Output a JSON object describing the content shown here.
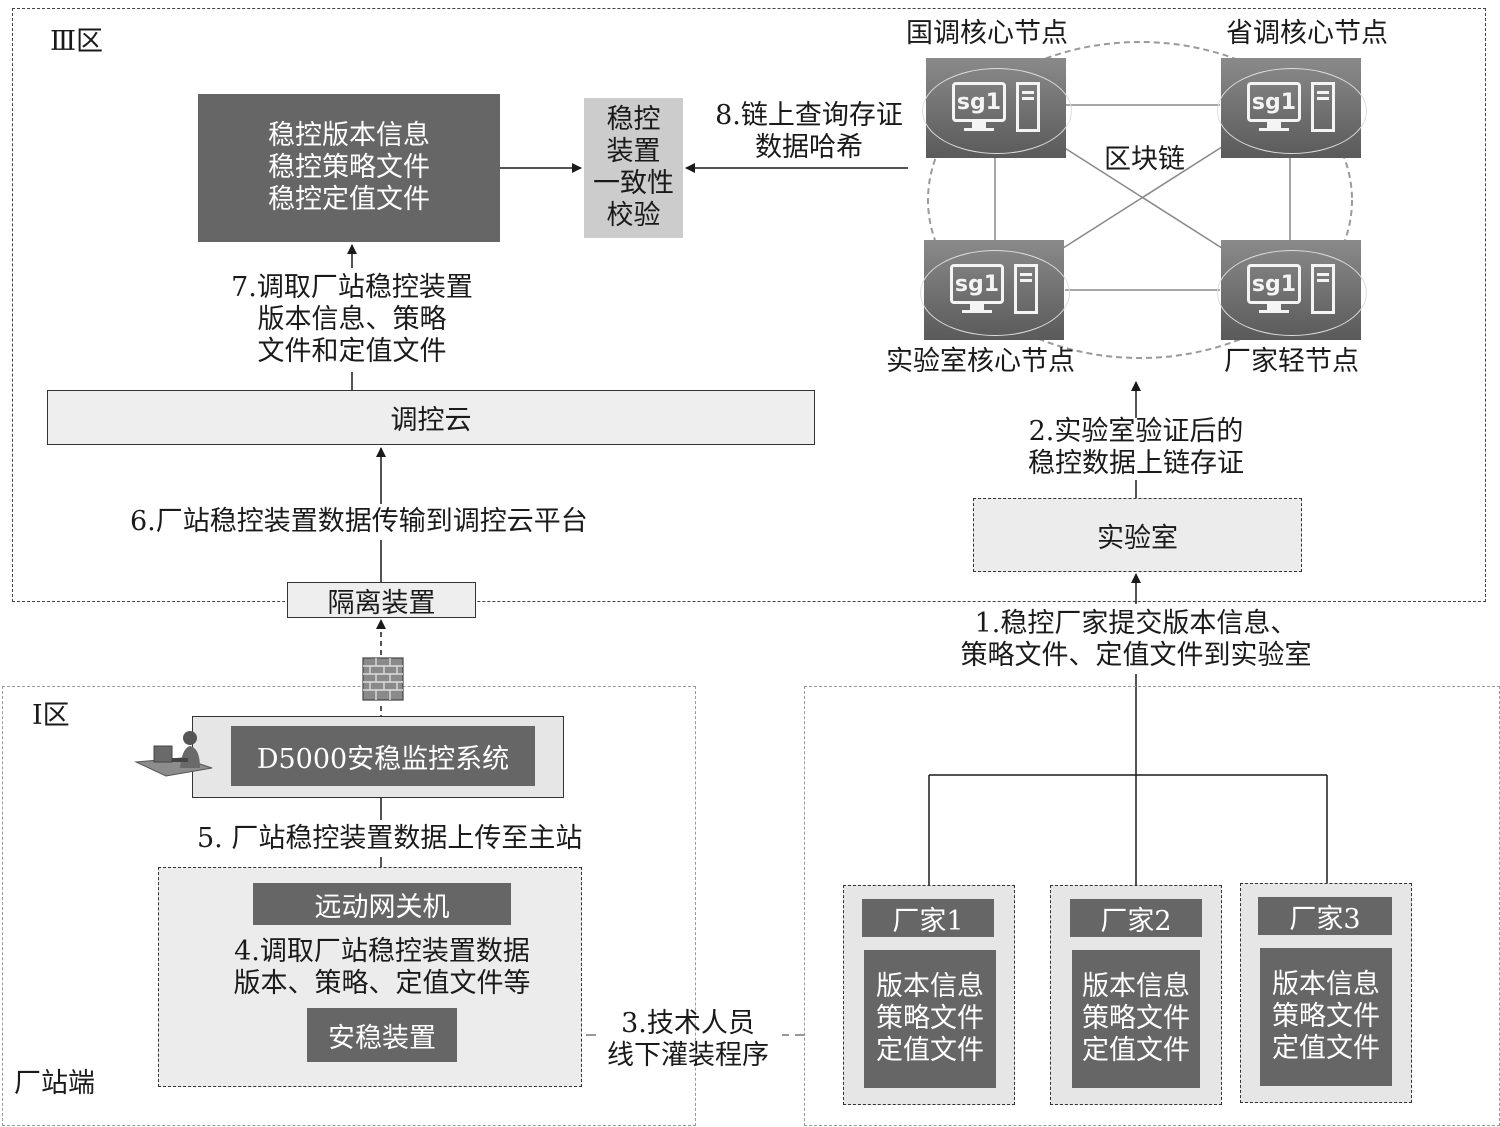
{
  "zones": {
    "zone3": "Ⅲ区",
    "zone1": "Ⅰ区",
    "plant_end": "厂站端"
  },
  "blockchain": {
    "label": "区块链",
    "nodes": {
      "national": "国调核心节点",
      "provincial": "省调核心节点",
      "lab": "实验室核心节点",
      "vendor": "厂家轻节点"
    },
    "node_icon_text": "sg1"
  },
  "boxes": {
    "stability_info": [
      "稳控版本信息",
      "稳控策略文件",
      "稳控定值文件"
    ],
    "consistency_check": [
      "稳控",
      "装置",
      "一致性",
      "校验"
    ],
    "dispatch_cloud": "调控云",
    "isolation": "隔离装置",
    "lab": "实验室",
    "d5000": "D5000安稳监控系统",
    "gateway": "远动网关机",
    "device": "安稳装置"
  },
  "steps": {
    "s1": [
      "1.稳控厂家提交版本信息、",
      "策略文件、定值文件到实验室"
    ],
    "s2": [
      "2.实验室验证后的",
      "稳控数据上链存证"
    ],
    "s3": [
      "3.技术人员",
      "线下灌装程序"
    ],
    "s4": [
      "4.调取厂站稳控装置数据",
      "版本、策略、定值文件等"
    ],
    "s5": "5. 厂站稳控装置数据上传至主站",
    "s6": "6.厂站稳控装置数据传输到调控云平台",
    "s7": [
      "7.调取厂站稳控装置",
      "版本信息、策略",
      "文件和定值文件"
    ],
    "s8": [
      "8.链上查询存证",
      "数据哈希"
    ]
  },
  "vendors": [
    {
      "name": "厂家1",
      "files": [
        "版本信息",
        "策略文件",
        "定值文件"
      ]
    },
    {
      "name": "厂家2",
      "files": [
        "版本信息",
        "策略文件",
        "定值文件"
      ]
    },
    {
      "name": "厂家3",
      "files": [
        "版本信息",
        "策略文件",
        "定值文件"
      ]
    }
  ],
  "colors": {
    "dark_box": "#666666",
    "light_box": "#eeeeee",
    "check_box": "#cccccc"
  },
  "icons": [
    "firewall-icon",
    "operator-workstation-icon",
    "server-node-icon"
  ]
}
